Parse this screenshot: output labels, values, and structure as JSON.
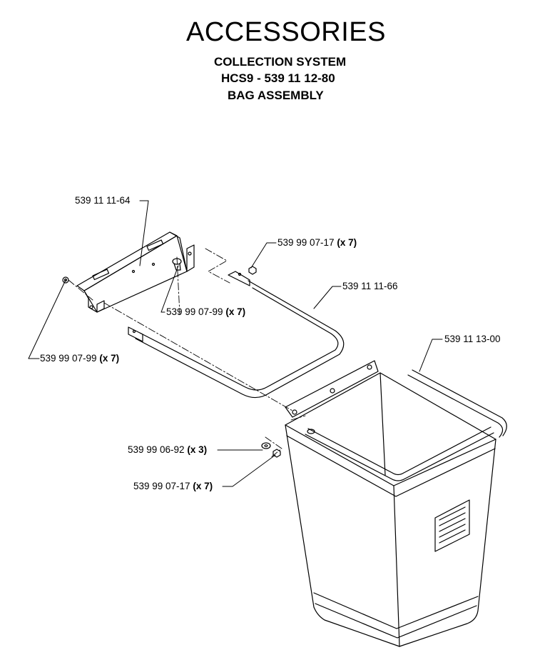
{
  "header": {
    "title": "ACCESSORIES",
    "line1": "COLLECTION SYSTEM",
    "line2": "HCS9 - 539 11 12-80",
    "line3": "BAG ASSEMBLY"
  },
  "parts": [
    {
      "id": "p1",
      "number": "539 11 11-64",
      "qty": ""
    },
    {
      "id": "p2",
      "number": "539 99 07-17",
      "qty": "(x 7)"
    },
    {
      "id": "p3",
      "number": "539 11 11-66",
      "qty": ""
    },
    {
      "id": "p4",
      "number": "539 99 07-99",
      "qty": "(x 7)"
    },
    {
      "id": "p5",
      "number": "539 99 07-99",
      "qty": "(x 7)"
    },
    {
      "id": "p6",
      "number": "539 11 13-00",
      "qty": ""
    },
    {
      "id": "p7",
      "number": "539 99 06-92",
      "qty": "(x 3)"
    },
    {
      "id": "p8",
      "number": "539 99 07-17",
      "qty": "(x 7)"
    }
  ]
}
